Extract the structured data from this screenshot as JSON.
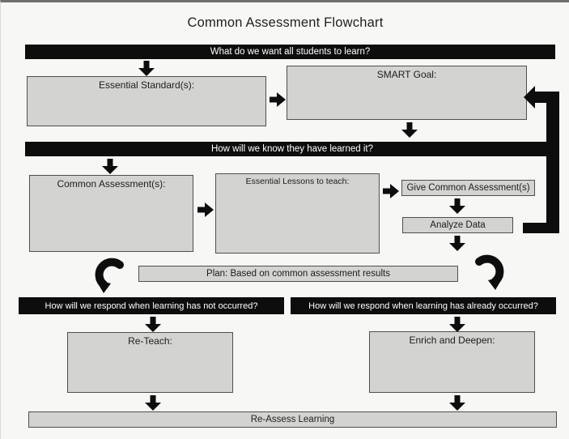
{
  "title": "Common Assessment Flowchart",
  "banners": {
    "learn": "What do we want all students to learn?",
    "know": "How will we know they have learned it?",
    "not_occurred": "How will we respond when learning has not occurred?",
    "already_occurred": "How will we respond when learning has already occurred?"
  },
  "boxes": {
    "essential_standards": "Essential Standard(s):",
    "smart_goal": "SMART Goal:",
    "common_assessments": "Common Assessment(s):",
    "essential_lessons": "Essential Lessons to teach:",
    "give_common_assessment": "Give Common Assessment(s)",
    "analyze_data": "Analyze Data",
    "plan": "Plan: Based on common assessment results",
    "reteach": "Re-Teach:",
    "enrich": "Enrich and Deepen:",
    "reassess": "Re-Assess Learning"
  },
  "icons": {
    "arrow_down": "⬇",
    "arrow_right": "➡",
    "arrow_left": "⬅",
    "curved_arrow_left": "↶",
    "curved_arrow_right": "↷"
  },
  "colors": {
    "banner_bg": "#0d0d0d",
    "banner_text": "#ffffff",
    "box_fill": "#d3d3d1",
    "box_border": "#4f4f4f",
    "arrow": "#0d0d0d",
    "background": "#f7f7f5",
    "title_text": "#1f1f1f"
  }
}
